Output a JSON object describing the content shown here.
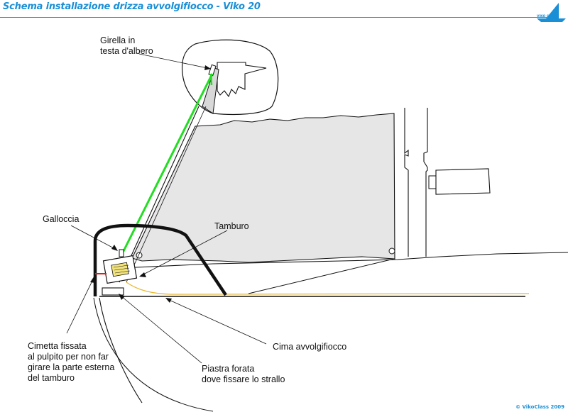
{
  "header": {
    "title": "Schema installazione drizza avvolgifiocco - Viko 20",
    "logo_text": "VIKO CLASS"
  },
  "labels": {
    "girella": "Girella in\ntesta d'albero",
    "galloccia": "Galloccia",
    "tamburo": "Tamburo",
    "cimetta": "Cimetta fissata\nal pulpito per non far\ngirare la parte esterna\ndel tamburo",
    "cima": "Cima avvolgifiocco",
    "piastra": "Piastra forata\ndove fissare lo strallo"
  },
  "footer": {
    "copyright": "© VikoClass 2009"
  },
  "colors": {
    "accent": "#1a8fd6",
    "halyard": "#22dd22",
    "furling_line": "#e8b830",
    "cimetta": "#d42020",
    "drum_fill": "#f2e27a"
  }
}
